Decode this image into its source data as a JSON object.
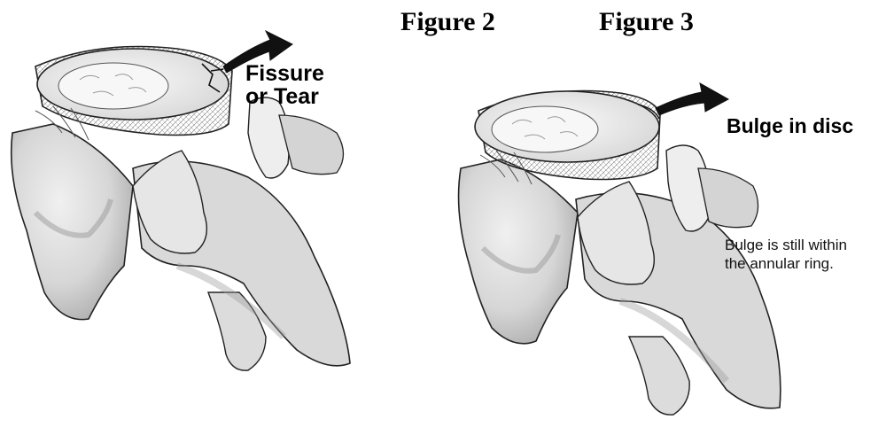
{
  "figures": [
    {
      "title": "Figure 2",
      "callout": [
        "Fissure",
        "or Tear"
      ]
    },
    {
      "title": "Figure 3",
      "callout": "Bulge in disc",
      "note": [
        "Bulge is still within",
        "the annular ring."
      ]
    }
  ],
  "colors": {
    "bone_fill": "#e4e4e4",
    "bone_shade": "#b9b9b9",
    "bone_dark": "#8e8e8e",
    "disc_fill": "#f2f2f2",
    "ink": "#111111"
  }
}
